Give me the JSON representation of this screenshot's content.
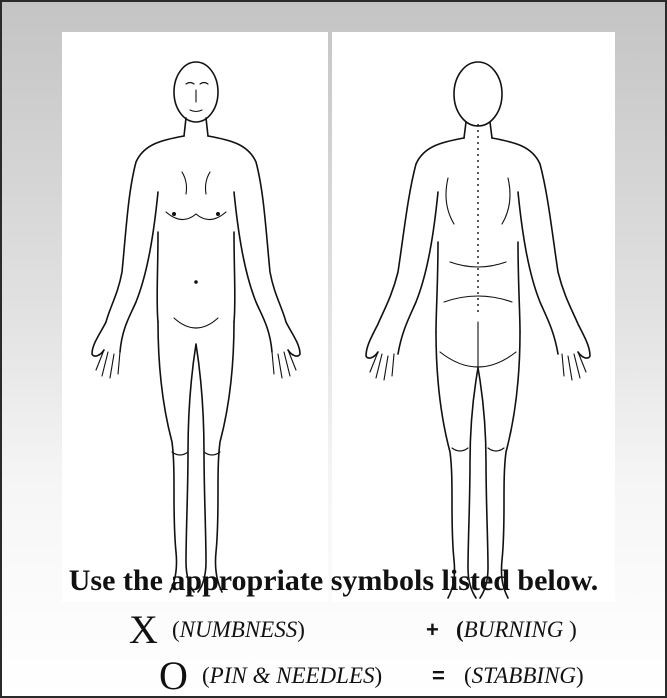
{
  "instruction": "Use the appropriate symbols listed below.",
  "legend": [
    {
      "symbol": "X",
      "label": "NUMBNESS"
    },
    {
      "symbol": "+",
      "label": "BURNING"
    },
    {
      "symbol": "O",
      "label": "PIN & NEEDLES"
    },
    {
      "symbol": "=",
      "label": "STABBING"
    }
  ]
}
